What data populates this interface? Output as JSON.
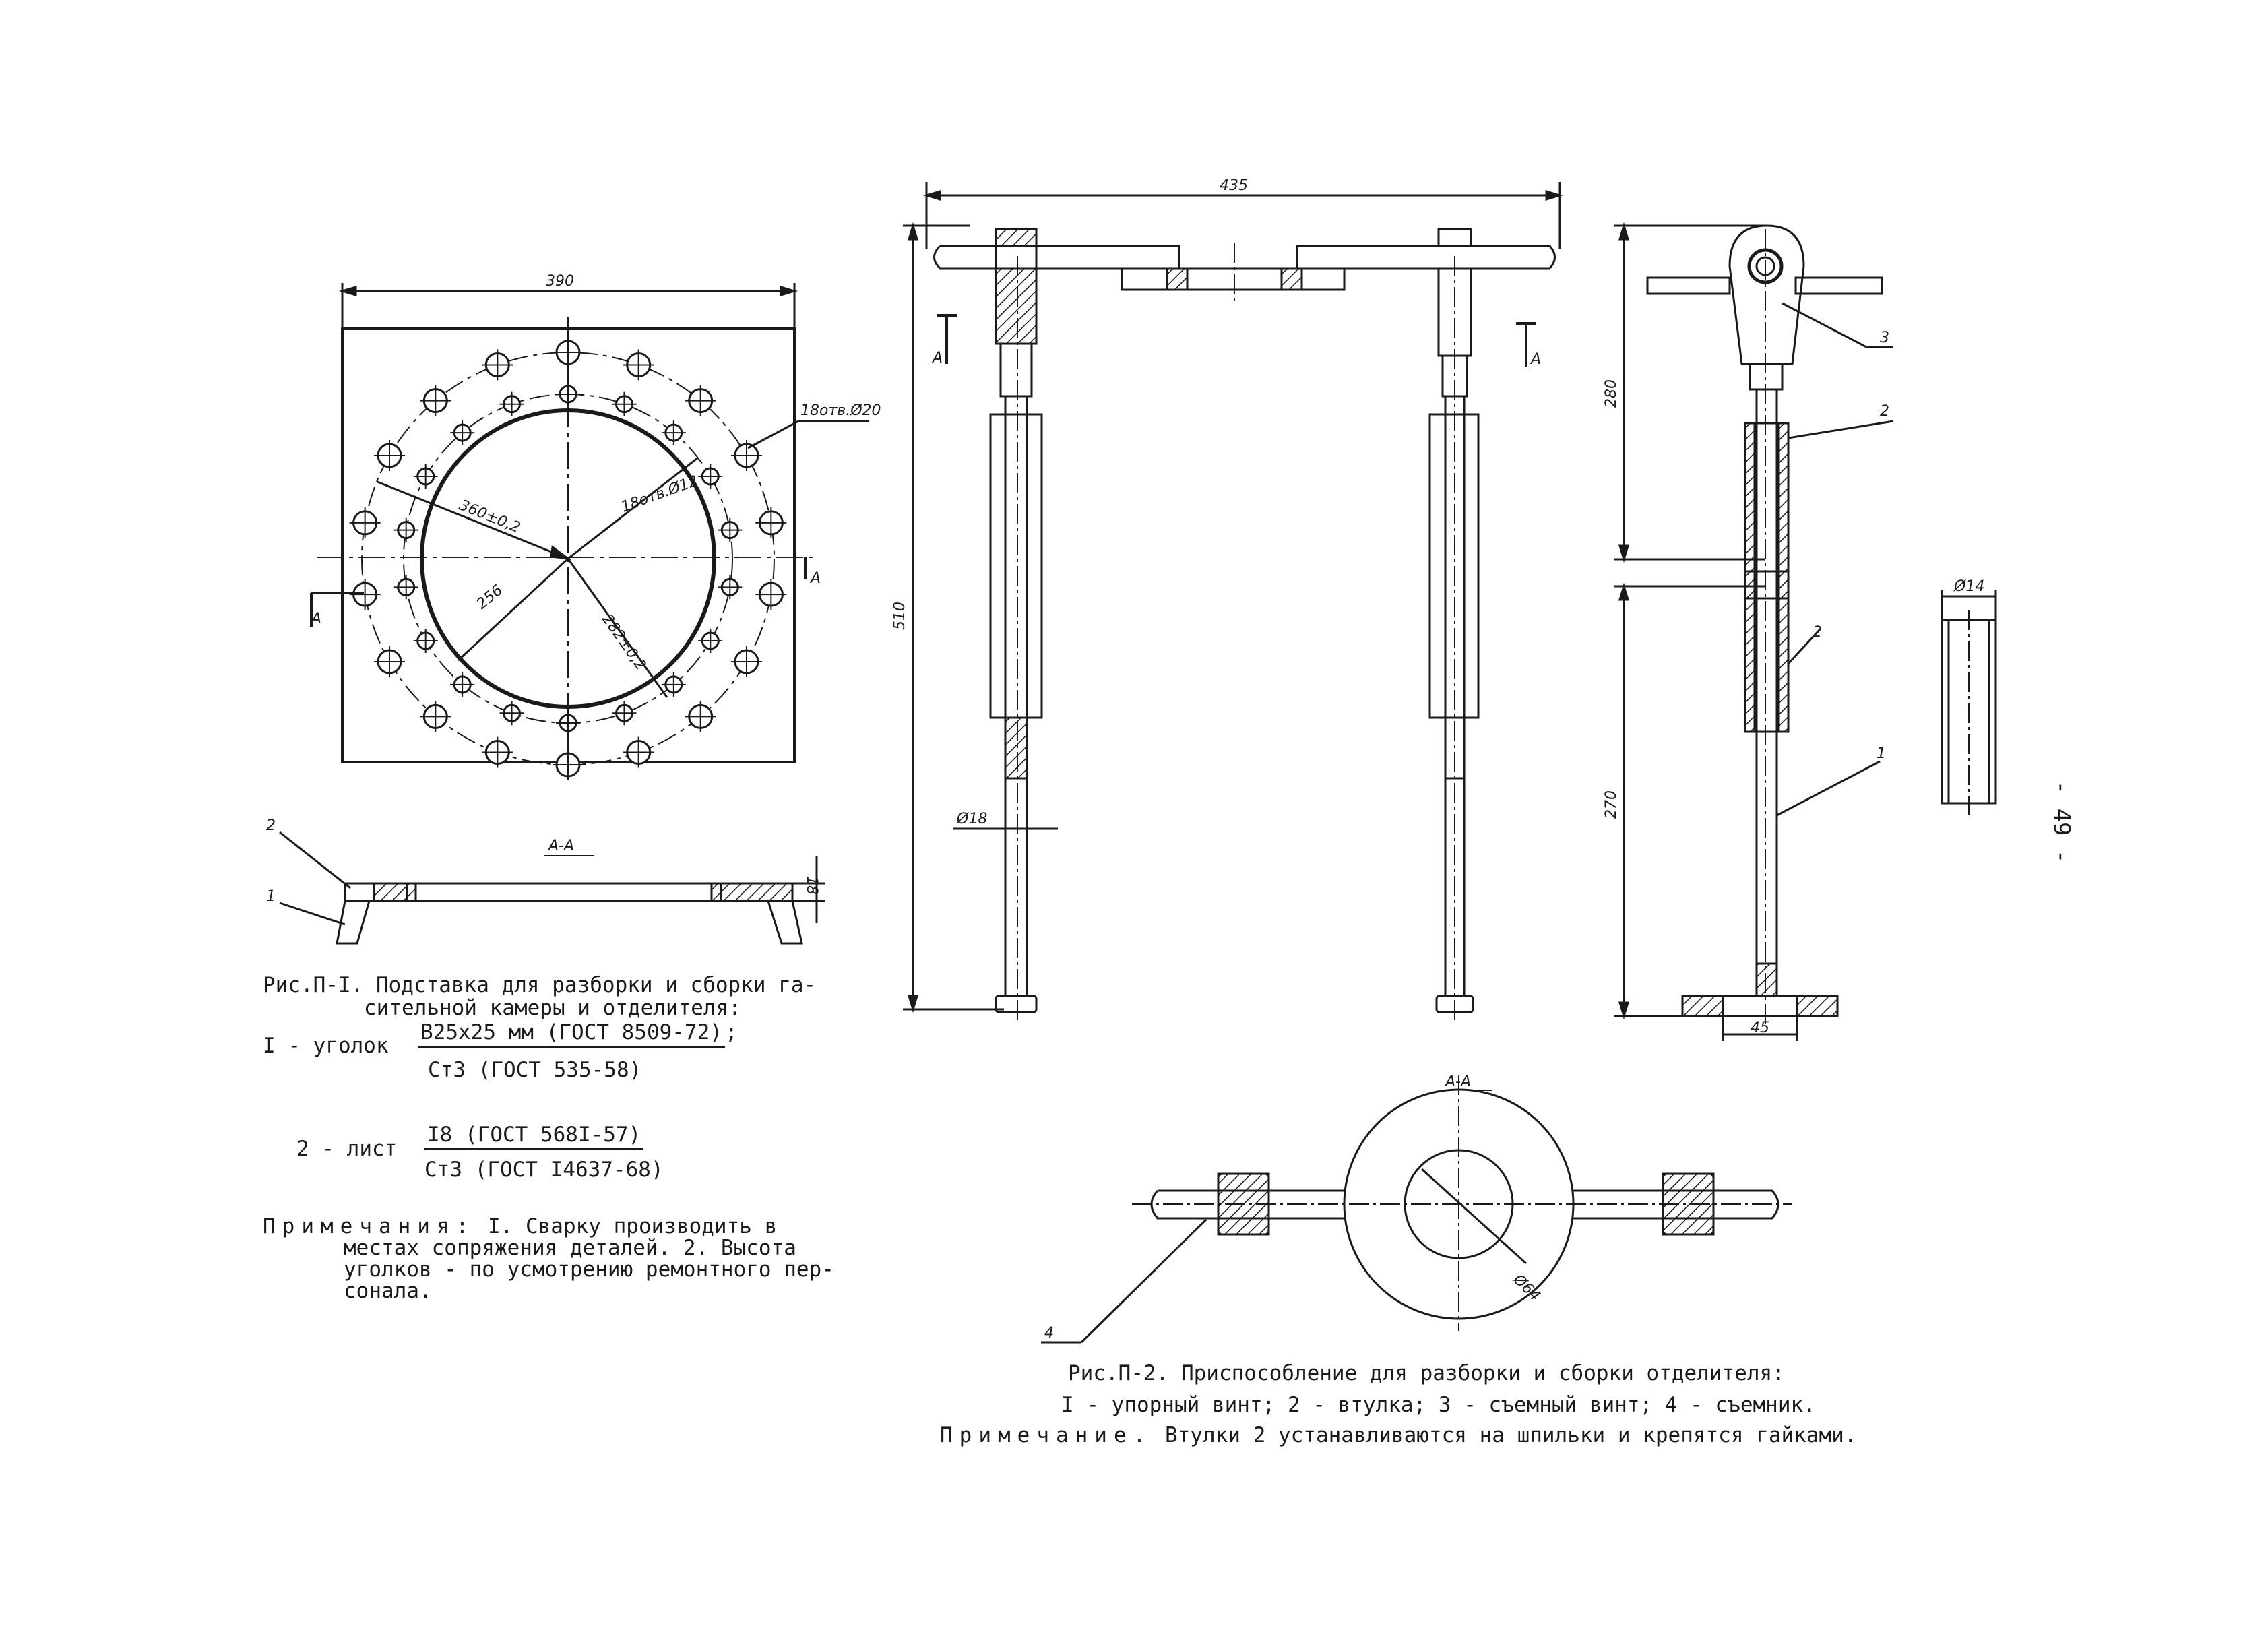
{
  "page_number": "- 49 -",
  "fig1": {
    "dims": {
      "width": "390",
      "holes_outer": "18отв.Ø20",
      "holes_inner": "18отв.Ø12",
      "bc_outer": "360±0,2",
      "bc_inner": "282±0,2",
      "radius": "256",
      "thickness": "18"
    },
    "section_label": "А-А",
    "section_marker": "А",
    "part_labels": [
      "2",
      "1"
    ],
    "caption_line1": "Рис.П-I. Подставка для разборки и сборки га-",
    "caption_line2": "сительной камеры и отделителя:",
    "item1_label": "I - уголок",
    "item1_top": "В25х25 мм (ГОСТ 8509-72)",
    "item1_bottom": "Ст3 (ГОСТ 535-58)",
    "item2_label": "2 - лист",
    "item2_top": "I8 (ГОСТ 568I-57)",
    "item2_bottom": "Ст3 (ГОСТ I4637-68)",
    "notes_title": "Примечания:",
    "notes_line1": "I. Сварку производить в",
    "notes_line2": "местах сопряжения деталей. 2. Высота",
    "notes_line3": "уголков - по усмотрению ремонтного пер-",
    "notes_line4": "сонала."
  },
  "fig2": {
    "dims": {
      "width": "435",
      "height": "510",
      "rod_dia": "Ø18",
      "upper": "280",
      "lower": "270",
      "base": "45",
      "pin_dia": "Ø14",
      "ring_dia": "Ø64"
    },
    "section_marker": "А",
    "section_label": "А-А",
    "part_labels": [
      "3",
      "2",
      "2",
      "1",
      "4"
    ],
    "caption_line1": "Рис.П-2. Приспособление для разборки и сборки отделителя:",
    "caption_line2": "I - упорный винт; 2 - втулка; 3 - съемный винт; 4 - съемник.",
    "note_title": "Примечание.",
    "note_text": "Втулки 2 устанавливаются на шпильки и крепятся гайками."
  }
}
